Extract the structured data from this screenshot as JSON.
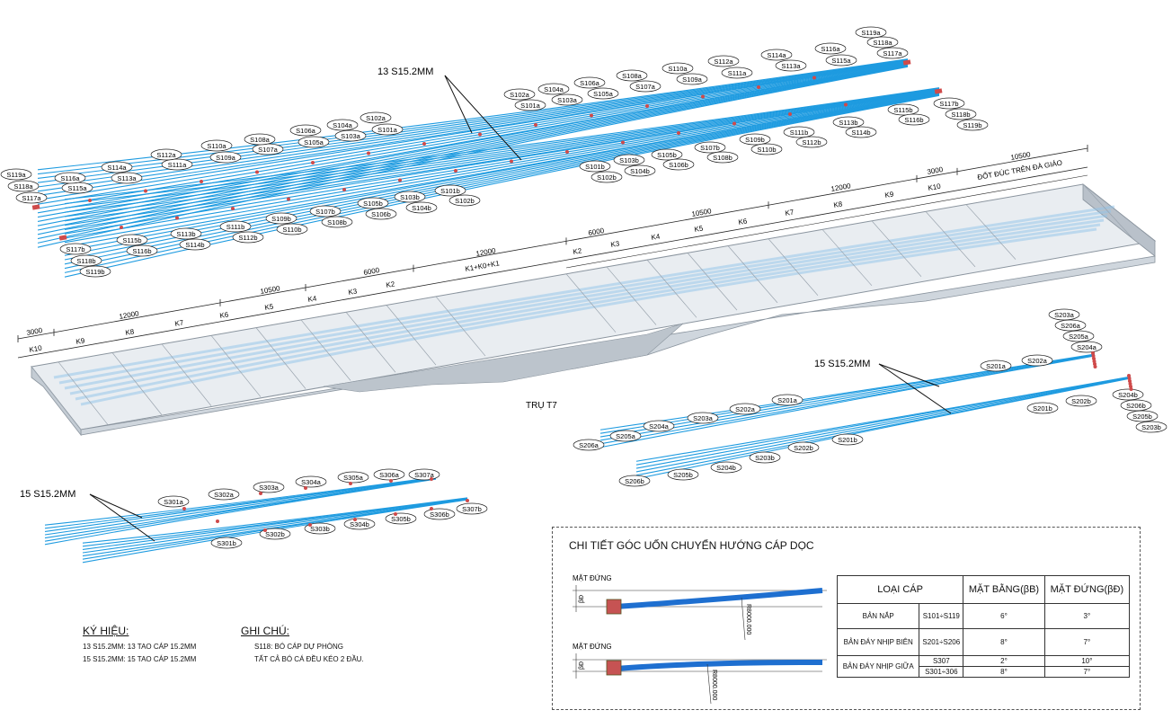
{
  "colors": {
    "cable": "#1e9be0",
    "anchor": "#cf4a4a",
    "bridge_fill": "#dde3ea",
    "bridge_line": "#7d8793"
  },
  "group1": {
    "label": "13 S15.2MM",
    "top_a": [
      "S101a",
      "S102a",
      "S103a",
      "S104a",
      "S105a",
      "S106a",
      "S107a",
      "S108a",
      "S109a",
      "S110a",
      "S111a",
      "S112a",
      "S113a",
      "S114a",
      "S115a",
      "S116a",
      "S117a",
      "S118a",
      "S119a"
    ],
    "top_b": [
      "S101b",
      "S102b",
      "S103b",
      "S104b",
      "S105b",
      "S106b",
      "S107b",
      "S108b",
      "S109b",
      "S110b",
      "S111b",
      "S112b",
      "S113b",
      "S114b",
      "S115b",
      "S116b",
      "S117b",
      "S118b",
      "S119b"
    ],
    "left_a": [
      "S101a",
      "S102a",
      "S103a",
      "S104a",
      "S105a",
      "S106a",
      "S107a",
      "S108a",
      "S109a",
      "S110a",
      "S111a",
      "S112a",
      "S113a",
      "S114a",
      "S115a",
      "S116a",
      "S117a",
      "S118a",
      "S119a"
    ],
    "left_b": [
      "S101b",
      "S102b",
      "S103b",
      "S104b",
      "S105b",
      "S106b",
      "S107b",
      "S108b",
      "S109b",
      "S110b",
      "S111b",
      "S112b",
      "S113b",
      "S114b",
      "S115b",
      "S116b",
      "S117b",
      "S118b",
      "S119b"
    ]
  },
  "group2": {
    "label": "15 S15.2MM",
    "a": [
      "S201a",
      "S202a",
      "S203a",
      "S204a",
      "S205a",
      "S206a"
    ],
    "b": [
      "S201b",
      "S202b",
      "S203b",
      "S204b",
      "S205b",
      "S206b"
    ],
    "end_a": [
      "S203a",
      "S206a",
      "S205a",
      "S204a"
    ],
    "end_b": [
      "S204b",
      "S206b",
      "S205b",
      "S203b"
    ]
  },
  "group3": {
    "label": "15 S15.2MM",
    "a": [
      "S301a",
      "S302a",
      "S303a",
      "S304a",
      "S305a",
      "S306a",
      "S307a"
    ],
    "b": [
      "S301b",
      "S302b",
      "S303b",
      "S304b",
      "S305b",
      "S306b",
      "S307b"
    ]
  },
  "pier_label": "TRỤ T7",
  "dimensions_left": [
    "3000",
    "12000",
    "10500",
    "6000",
    "12000"
  ],
  "segments_left": [
    "K10",
    "K9",
    "K8",
    "K7",
    "K6",
    "K5",
    "K4",
    "K3",
    "K2",
    "K1+K0+K1"
  ],
  "dimensions_right": [
    "6000",
    "10500",
    "12000",
    "3000",
    "10500"
  ],
  "segments_right": [
    "K2",
    "K3",
    "K4",
    "K5",
    "K6",
    "K7",
    "K8",
    "K9",
    "K10"
  ],
  "cast_note": "ĐỐT ĐÚC TRÊN ĐÀ GIÁO",
  "legend": {
    "symbol_title": "KÝ HIỆU:",
    "symbols": [
      "13 S15.2MM: 13 TAO CÁP 15.2MM",
      "15 S15.2MM: 15 TAO CÁP 15.2MM"
    ],
    "note_title": "GHI CHÚ:",
    "notes": [
      "S118: BÓ CÁP DỰ PHÒNG",
      "TẤT CẢ BÓ CÁ ĐỀU KÉO 2 ĐẦU."
    ]
  },
  "detail": {
    "title": "CHI TIẾT GÓC UỐN CHUYỂN HƯỚNG CÁP DỌC",
    "view_label": "MẶT ĐỨNG",
    "radius": "R8000.000",
    "angle_symbol": "βĐ",
    "table": {
      "headers": [
        "LOẠI CÁP",
        "MẶT BẰNG(βB)",
        "MẶT ĐỨNG(βĐ)"
      ],
      "rows": [
        {
          "type": "BẢN NẮP",
          "cables": "S101÷S119",
          "plan": "6°",
          "elev": "3°"
        },
        {
          "type": "BẢN ĐÁY NHỊP BIÊN",
          "cables": "S201÷S206",
          "plan": "8°",
          "elev": "7°"
        },
        {
          "type": "BẢN ĐÁY NHỊP GIỮA",
          "cables": "S307",
          "plan": "2°",
          "elev": "10°"
        },
        {
          "type": "",
          "cables": "S301÷306",
          "plan": "8°",
          "elev": "7°"
        }
      ]
    }
  }
}
